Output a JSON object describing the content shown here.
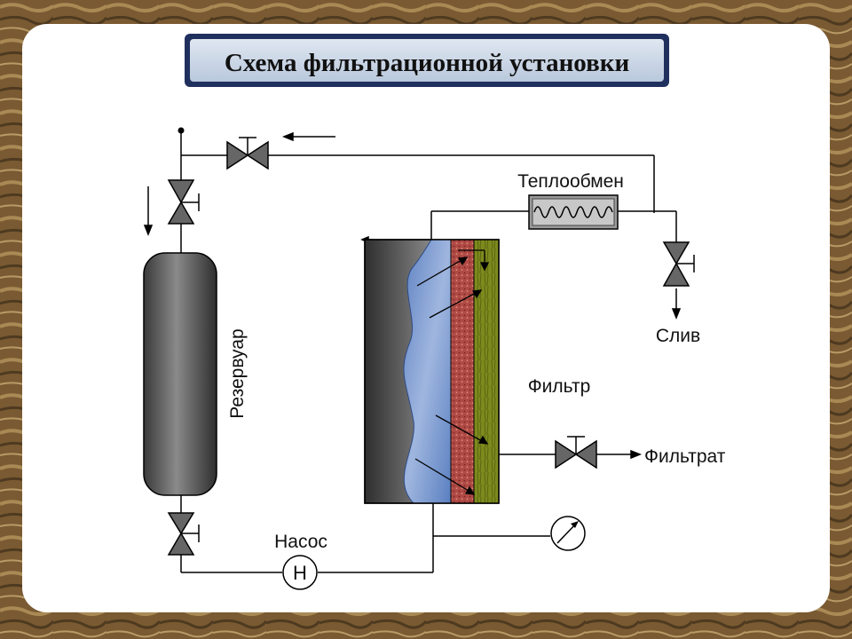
{
  "title": "Схема фильтрационной установки",
  "labels": {
    "heat_exchanger": "Теплообмен",
    "drain": "Слив",
    "filter": "Фильтр",
    "filtrate": "Фильтрат",
    "reservoir": "Резервуар",
    "pump": "Насос",
    "pump_symbol": "Н"
  },
  "colors": {
    "frame": "#7a5a32",
    "panel": "#ffffff",
    "title_box": "#c9d6e6",
    "title_border": "#20305e",
    "reservoir": "#4a4a4a",
    "valve": "#666666",
    "cake": "#b04a45",
    "filter_medium": "#7d8a1d",
    "slurry": "#6f8fc9"
  }
}
